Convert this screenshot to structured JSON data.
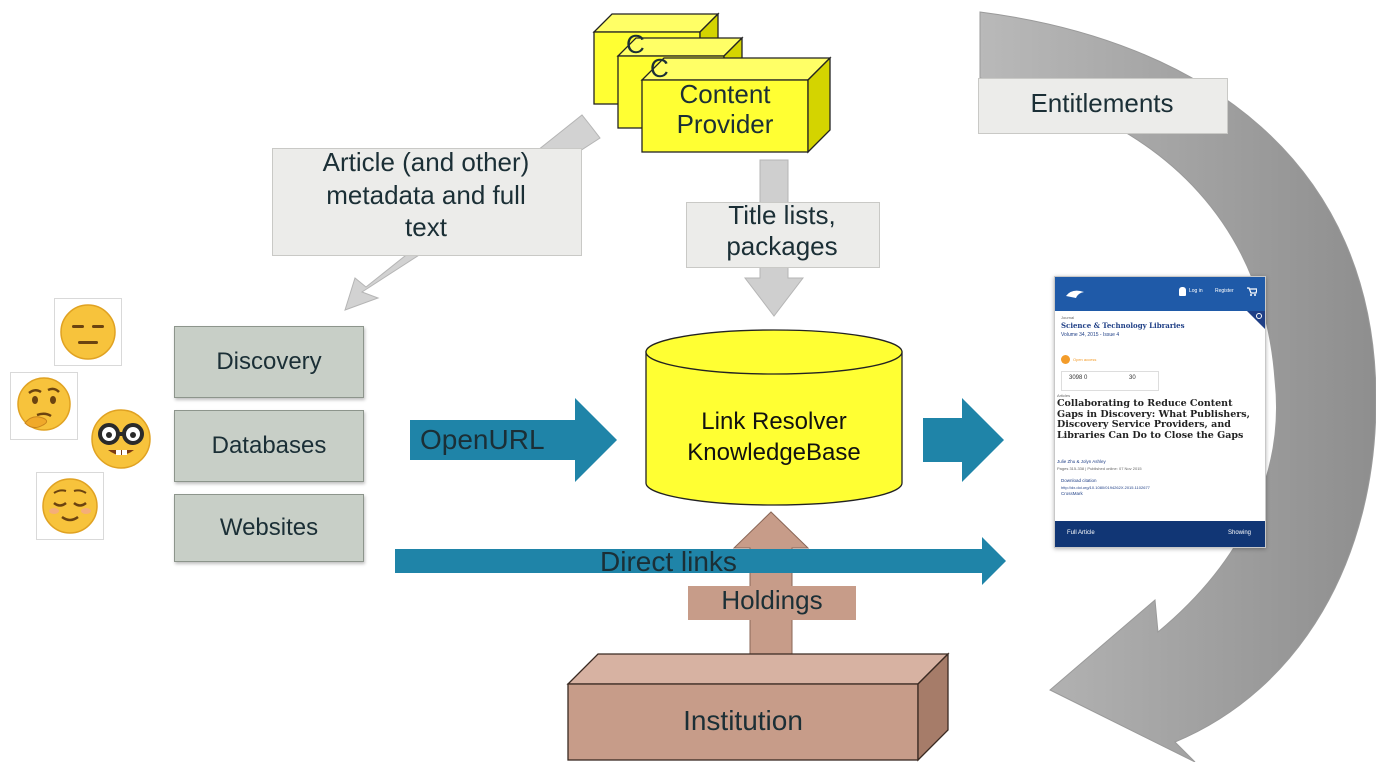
{
  "content_provider": {
    "line1": "Content",
    "line2": "Provider",
    "back_fragment": "C"
  },
  "entitlements": {
    "label": "Entitlements"
  },
  "article_label": {
    "line1": "Article (and other)",
    "line2": "metadata and full",
    "line3": "text"
  },
  "title_lists": {
    "line1": "Title lists,",
    "line2": "packages"
  },
  "sources": [
    {
      "label": "Discovery"
    },
    {
      "label": "Databases"
    },
    {
      "label": "Websites"
    }
  ],
  "openurl": {
    "label": "OpenURL"
  },
  "link_resolver": {
    "line1": "Link Resolver",
    "line2": "KnowledgeBase"
  },
  "direct_links": {
    "label": "Direct links"
  },
  "holdings": {
    "label": "Holdings"
  },
  "institution": {
    "label": "Institution"
  },
  "users": {
    "icons": [
      "expressionless-face-icon",
      "thinking-face-icon",
      "nerd-face-icon",
      "relieved-face-icon"
    ]
  },
  "article_preview": {
    "login": "Log in",
    "register": "Register",
    "journal_small": "Journal",
    "journal": "Science & Technology Libraries",
    "volume": "Volume 34, 2015 - Issue 4",
    "access": "Open access",
    "views": "3098 0",
    "citations": "30",
    "section": "Articles",
    "title": "Collaborating to Reduce Content Gaps in Discovery: What Publishers, Discovery Service Providers, and Libraries Can Do to Close the Gaps",
    "authors": "Julie Zhu & Jolyn Ashley",
    "pages": "Pages 315-338 | Published online: 07 Nov 2015",
    "download": "Download citation",
    "doi": "http://dx.doi.org/10.1080/0194262X.2015.1102677",
    "crossmark": "CrossMark",
    "full_article": "Full Article",
    "showing": "Showing"
  },
  "colors": {
    "teal_arrow": "#1f84a8",
    "yellow": "#ffff33",
    "institution": "#c79c89",
    "gray_arrow": "#c8c8c8",
    "source_box": "#c8cfc7"
  }
}
